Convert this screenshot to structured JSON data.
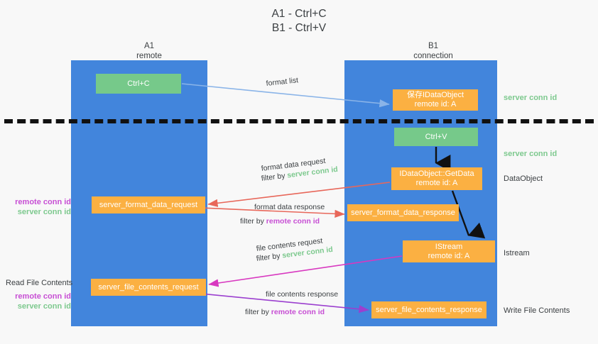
{
  "title": "A1 - Ctrl+C\nB1 - Ctrl+V",
  "lanes": [
    {
      "id": "a1",
      "header": "A1\nremote"
    },
    {
      "id": "b1",
      "header": "B1\nconnection"
    }
  ],
  "nodes": {
    "ctrl_c": "Ctrl+C",
    "save_dataobject": "保存IDataObject\nremote id: A",
    "ctrl_v": "Ctrl+V",
    "getdata": "IDataObject::GetData\nremote id: A",
    "istream": "IStream\nremote id: A",
    "server_format_data_request": "server_format_data_request",
    "server_format_data_response": "server_format_data_response",
    "server_file_contents_request": "server_file_contents_request",
    "server_file_contents_response": "server_file_contents_response"
  },
  "edges": {
    "format_list": "format list",
    "format_data_request": "format data request",
    "format_data_request_filter_prefix": "filter by ",
    "format_data_request_filter_value": "server conn id",
    "format_data_response": "format data response",
    "format_data_response_filter_prefix": "filter by ",
    "format_data_response_filter_value": "remote conn id",
    "file_contents_request": "file contents request",
    "file_contents_request_filter_prefix": "filter by ",
    "file_contents_request_filter_value": "server conn id",
    "file_contents_response": "file contents response",
    "file_contents_response_filter_prefix": "filter by ",
    "file_contents_response_filter_value": "remote conn id"
  },
  "annotations": {
    "server_conn_id_top": "server conn id",
    "server_conn_id_mid": "server conn id",
    "dataobject": "DataObject",
    "istream": "Istream",
    "write_file_contents": "Write File Contents",
    "read_file_contents": "Read File Contents",
    "remote_conn_id_left_1": "remote conn id",
    "server_conn_id_left_1": "server conn id",
    "remote_conn_id_left_2": "remote conn id",
    "server_conn_id_left_2": "server conn id"
  },
  "colors": {
    "lane": "#4285dc",
    "green_node": "#76c98a",
    "orange_node": "#fbb042",
    "remote_conn_id": "#c74ed4",
    "server_conn_id": "#7dc98e",
    "arrow_blue": "#8ab4e8",
    "arrow_red": "#e8675a",
    "arrow_magenta": "#d838c0",
    "arrow_purple": "#9b3fcf",
    "arrow_black": "#111111",
    "background": "#f8f8f8"
  }
}
